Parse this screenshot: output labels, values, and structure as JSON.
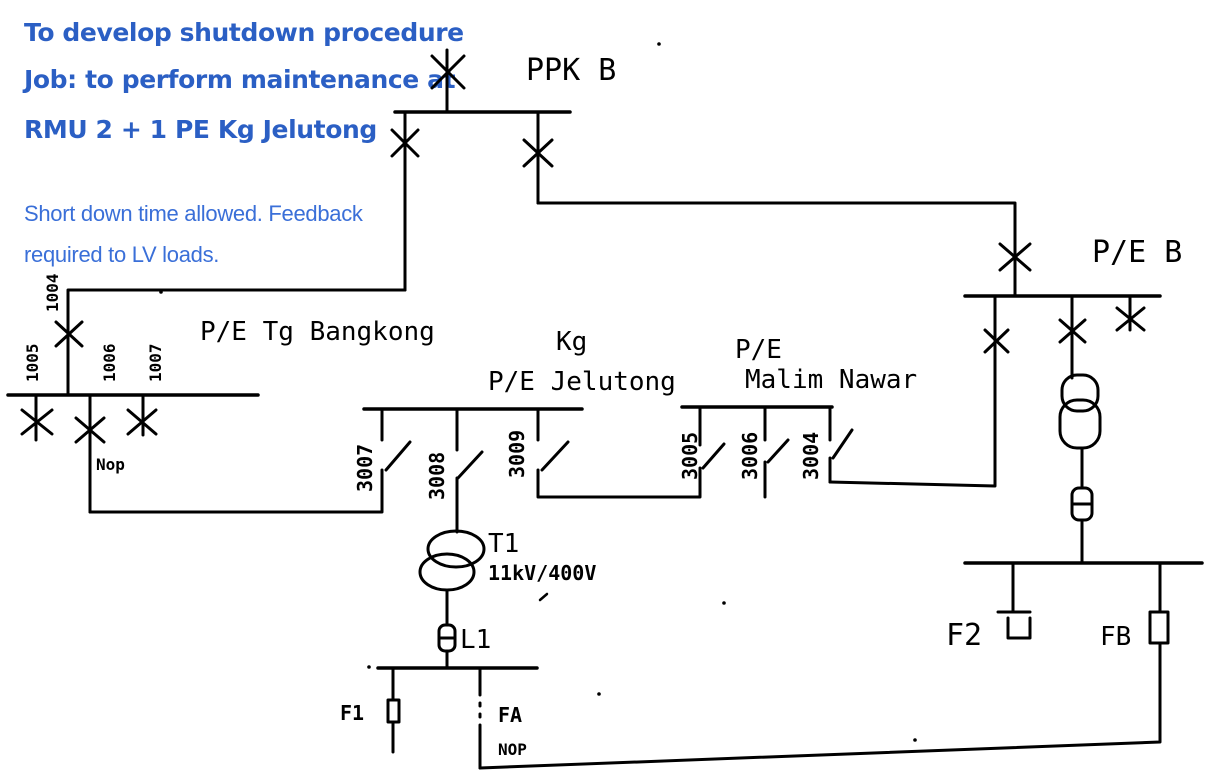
{
  "header": {
    "line1": "To develop shutdown procedure",
    "line2": "Job: to perform maintenance at",
    "line3": "RMU 2 + 1 PE Kg Jelutong"
  },
  "note": {
    "line1": "Short down time allowed. Feedback",
    "line2": "required to LV loads."
  },
  "labels": {
    "ppk_b": "PPK B",
    "pe_tg_bangkong": "P/E  Tg Bangkong",
    "pe_kg_jelutong_1": "Kg",
    "pe_kg_jelutong_2": "P/E Jelutong",
    "pe_malim_nawar_1": "P/E",
    "pe_malim_nawar_2": "Malim Nawar",
    "pe_b": "P/E B",
    "sw_1004": "1004",
    "sw_1005": "1005",
    "sw_1006": "1006",
    "sw_1007": "1007",
    "nop_1": "Nop",
    "sw_3007": "3007",
    "sw_3008": "3008",
    "sw_3009": "3009",
    "sw_3005": "3005",
    "sw_3006": "3006",
    "sw_3004": "3004",
    "t1": "T1",
    "t1_rating": "11kV/400V",
    "l1": "L1",
    "f1": "F1",
    "fa": "FA",
    "nop_2": "NOP",
    "f2": "F2",
    "fb": "FB"
  }
}
